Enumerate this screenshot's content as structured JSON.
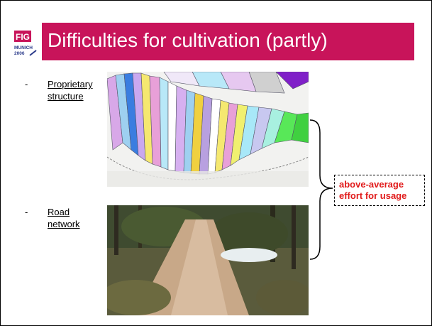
{
  "slide": {
    "logo": {
      "top_text": "FIG",
      "city": "MUNICH",
      "year": "2006"
    },
    "title": "Difficulties for cultivation (partly)",
    "bullets": [
      {
        "dash": "-",
        "label": "Proprietary structure"
      },
      {
        "dash": "-",
        "label": "Road network"
      }
    ],
    "callout": {
      "line1": "above-average",
      "line2": "effort for usage"
    },
    "colors": {
      "title_bar": "#c8145a",
      "callout_text": "#e11a1a"
    }
  }
}
